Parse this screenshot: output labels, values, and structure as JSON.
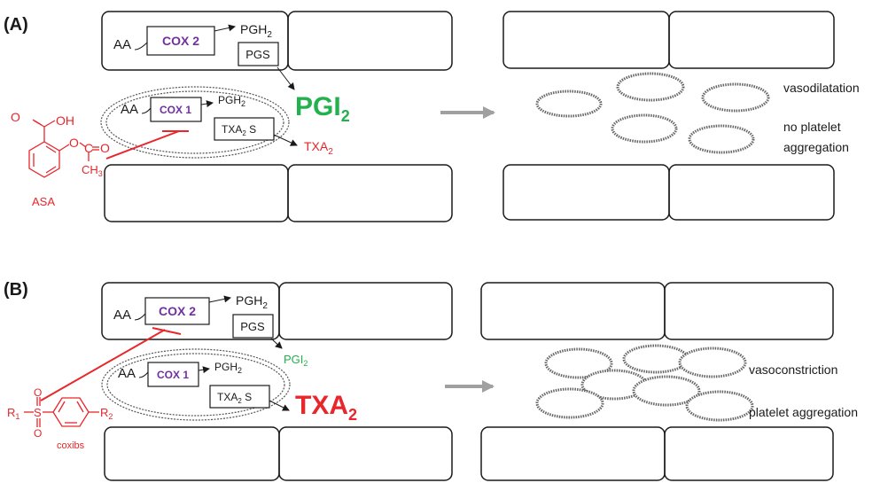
{
  "panel_a": {
    "label": "(A)",
    "aa_top": "AA",
    "cox2": "COX 2",
    "pgh2_top": "PGH",
    "pgh2_top_sub": "2",
    "pgs": "PGS",
    "pgi2": "PGI",
    "pgi2_sub": "2",
    "aa_platelet": "AA",
    "cox1": "COX 1",
    "pgh2_platelet": "PGH",
    "pgh2_platelet_sub": "2",
    "txa2s": "TXA",
    "txa2s_sub": "2",
    "txa2s_suffix": " S",
    "txa2": "TXA",
    "txa2_sub": "2",
    "drug_name": "ASA",
    "drug_o_top": "O",
    "drug_oh": "OH",
    "drug_o_mid": "O",
    "drug_c": "C",
    "drug_o_right": "O",
    "drug_ch3": "CH",
    "drug_ch3_sub": "3",
    "outcome_1": "vasodilatation",
    "outcome_2": "no platelet",
    "outcome_3": "aggregation"
  },
  "panel_b": {
    "label": "(B)",
    "aa_top": "AA",
    "cox2": "COX 2",
    "pgh2_top": "PGH",
    "pgh2_top_sub": "2",
    "pgs": "PGS",
    "pgi2": "PGI",
    "pgi2_sub": "2",
    "aa_platelet": "AA",
    "cox1": "COX 1",
    "pgh2_platelet": "PGH",
    "pgh2_platelet_sub": "2",
    "txa2s": "TXA",
    "txa2s_sub": "2",
    "txa2s_suffix": " S",
    "txa2": "TXA",
    "txa2_sub": "2",
    "drug_name": "coxibs",
    "drug_r1": "R",
    "drug_r1_sub": "1",
    "drug_s": "S",
    "drug_o_top": "O",
    "drug_o_bottom": "O",
    "drug_r2": "R",
    "drug_r2_sub": "2",
    "outcome_1": "vasoconstriction",
    "outcome_2": "platelet aggregation"
  },
  "colors": {
    "cox": "#7030a0",
    "pgi2": "#22b14c",
    "inhibitor": "#e8262b",
    "arrow": "#a0a0a0",
    "text": "#1a1a1a"
  }
}
